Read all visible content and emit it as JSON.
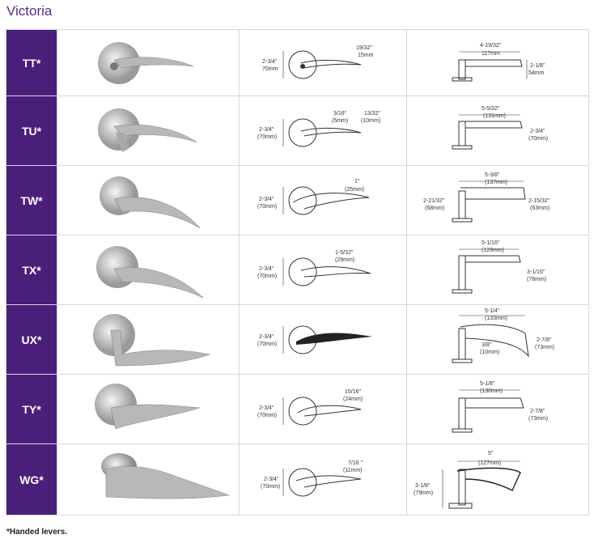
{
  "title": "Victoria",
  "footnote": "*Handed levers.",
  "rows": [
    {
      "code": "TT*",
      "front": {
        "height": "2-3/4\"",
        "height_mm": "70mm",
        "proj": "19/32\"",
        "proj_mm": "15mm"
      },
      "side": {
        "length": "4-19/32\"",
        "length_mm": "117mm",
        "depth": "2-1/8\"",
        "depth_mm": "54mm"
      }
    },
    {
      "code": "TU*",
      "front": {
        "height": "2-3/4\"",
        "height_mm": "(70mm)",
        "proj": "3/16\"",
        "proj_mm": "(5mm)",
        "proj2": "13/32\"",
        "proj2_mm": "(10mm)"
      },
      "side": {
        "length": "5-5/32\"",
        "length_mm": "(131mm)",
        "depth": "2-3/4\"",
        "depth_mm": "(70mm)"
      }
    },
    {
      "code": "TW*",
      "front": {
        "height": "2-3/4\"",
        "height_mm": "(70mm)",
        "proj": "1\"",
        "proj_mm": "(25mm)"
      },
      "side": {
        "length": "5-3/8\"",
        "length_mm": "(137mm)",
        "depth": "2-21/32\"",
        "depth_mm": "(68mm)",
        "depth2": "2-15/32\"",
        "depth2_mm": "(63mm)"
      }
    },
    {
      "code": "TX*",
      "front": {
        "height": "2-3/4\"",
        "height_mm": "(70mm)",
        "proj": "1-5/32\"",
        "proj_mm": "(29mm)"
      },
      "side": {
        "length": "5-1/16\"",
        "length_mm": "(129mm)",
        "depth": "3-1/16\"",
        "depth_mm": "(78mm)"
      }
    },
    {
      "code": "UX*",
      "front": {
        "height": "2-3/4\"",
        "height_mm": "(70mm)"
      },
      "side": {
        "length": "5-1/4\"",
        "length_mm": "(133mm)",
        "depth": "2-7/8\"",
        "depth_mm": "(73mm)",
        "inner": "3/8\"",
        "inner_mm": "(10mm)"
      }
    },
    {
      "code": "TY*",
      "front": {
        "height": "2-3/4\"",
        "height_mm": "(70mm)",
        "proj": "15/16\"",
        "proj_mm": "(24mm)"
      },
      "side": {
        "length": "5-1/8\"",
        "length_mm": "(130mm)",
        "depth": "2-7/8\"",
        "depth_mm": "(73mm)"
      }
    },
    {
      "code": "WG*",
      "front": {
        "height": "2-3/4\"",
        "height_mm": "(70mm)",
        "proj": "7/16 \"",
        "proj_mm": "(11mm)"
      },
      "side": {
        "length": "5\"",
        "length_mm": "(127mm)",
        "depth": "3-1/8\"",
        "depth_mm": "(79mm)"
      }
    }
  ]
}
